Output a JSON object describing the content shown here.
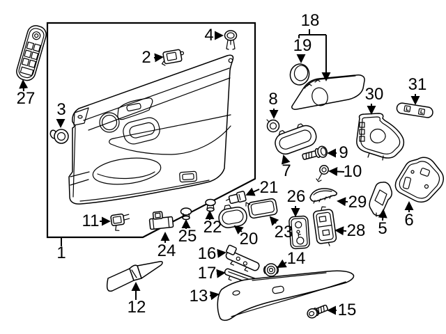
{
  "diagram": {
    "kind": "exploded-parts-diagram",
    "background_color": "#ffffff",
    "line_color": "#000000",
    "label_color": "#000000",
    "labels": [
      {
        "text": "1"
      },
      {
        "text": "2"
      },
      {
        "text": "3"
      },
      {
        "text": "4"
      },
      {
        "text": "5"
      },
      {
        "text": "6"
      },
      {
        "text": "7"
      },
      {
        "text": "8"
      },
      {
        "text": "9"
      },
      {
        "text": "10"
      },
      {
        "text": "11"
      },
      {
        "text": "12"
      },
      {
        "text": "13"
      },
      {
        "text": "14"
      },
      {
        "text": "15"
      },
      {
        "text": "16"
      },
      {
        "text": "17"
      },
      {
        "text": "18"
      },
      {
        "text": "19"
      },
      {
        "text": "20"
      },
      {
        "text": "21"
      },
      {
        "text": "22"
      },
      {
        "text": "23"
      },
      {
        "text": "24"
      },
      {
        "text": "25"
      },
      {
        "text": "26"
      },
      {
        "text": "27"
      },
      {
        "text": "28"
      },
      {
        "text": "29"
      },
      {
        "text": "30"
      },
      {
        "text": "31"
      }
    ]
  }
}
